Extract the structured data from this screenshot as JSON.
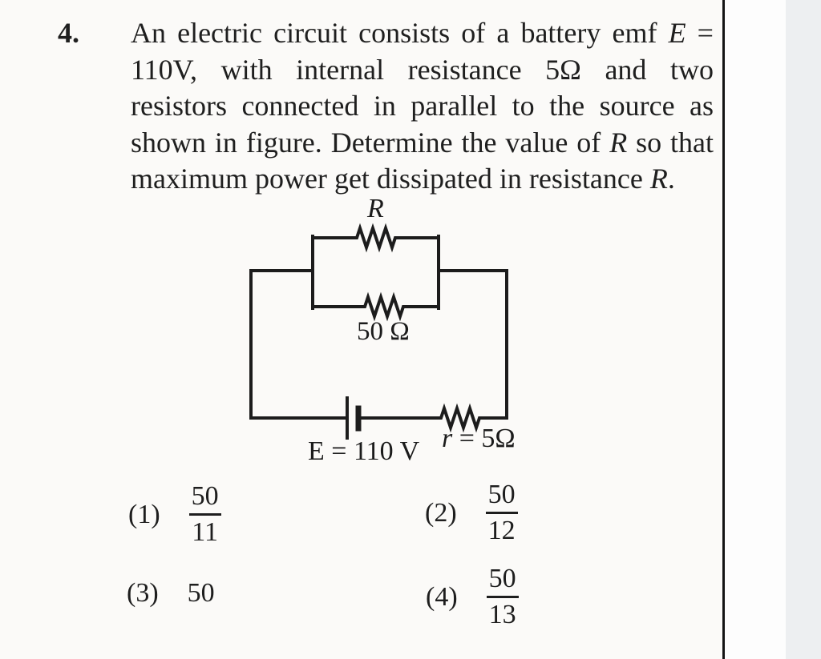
{
  "question": {
    "number": "4.",
    "lines": [
      {
        "segments": [
          {
            "t": "An electric circuit consists of a battery emf ",
            "i": false
          },
          {
            "t": "E",
            "i": true
          },
          {
            "t": " =",
            "i": false
          }
        ]
      },
      {
        "segments": [
          {
            "t": "110V, with internal resistance 5Ω and two",
            "i": false
          }
        ]
      },
      {
        "segments": [
          {
            "t": "resistors connected in parallel to the source as",
            "i": false
          }
        ]
      },
      {
        "segments": [
          {
            "t": "shown in figure. Determine the value of ",
            "i": false
          },
          {
            "t": "R",
            "i": true
          },
          {
            "t": " so that",
            "i": false
          }
        ]
      },
      {
        "segments": [
          {
            "t": "maximum power get dissipated in resistance ",
            "i": false
          },
          {
            "t": "R",
            "i": true
          },
          {
            "t": ".",
            "i": false
          }
        ]
      }
    ]
  },
  "circuit": {
    "resistor_top_label": "R",
    "resistor_bottom_label": "50 Ω",
    "battery_label": "E = 110 V",
    "internal_resistance_label": {
      "segments": [
        {
          "t": "r",
          "i": true
        },
        {
          "t": " = 5Ω",
          "i": false
        }
      ]
    }
  },
  "options": [
    {
      "label": "(1)",
      "numerator": "50",
      "denominator": "11"
    },
    {
      "label": "(2)",
      "numerator": "50",
      "denominator": "12"
    },
    {
      "label": "(3)",
      "value": "50"
    },
    {
      "label": "(4)",
      "numerator": "50",
      "denominator": "13"
    }
  ],
  "colors": {
    "ink": "#1f1f1f",
    "wire": "#1c1c1c",
    "page_bg": "#fbfaf8",
    "margin_bg": "#edeff1",
    "rule": "#141414"
  }
}
